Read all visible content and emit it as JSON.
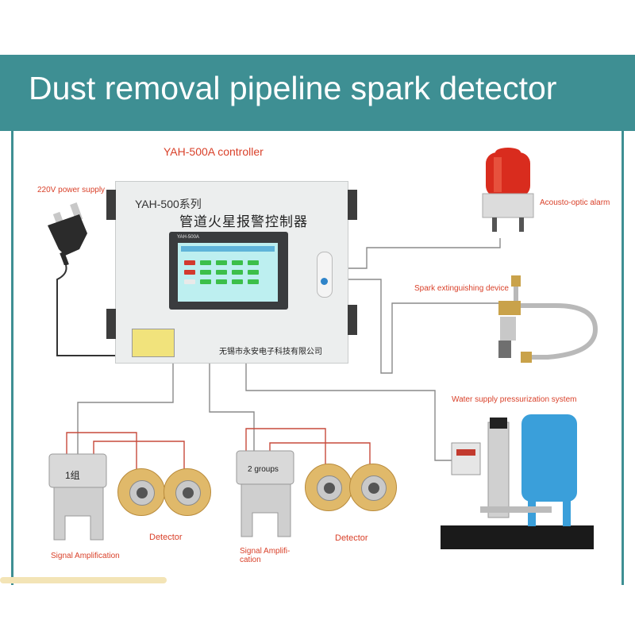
{
  "title": "Dust removal pipeline spark detector",
  "labels": {
    "controller": "YAH-500A controller",
    "power_supply": "220V power supply",
    "alarm": "Acousto-optic alarm",
    "spark_device": "Spark extinguishing device",
    "water_system": "Water supply pressurization system",
    "signal_amp_1": "Signal Amplification",
    "detector_1": "Detector",
    "signal_amp_2": "Signal Amplifi-cation",
    "detector_2": "Detector"
  },
  "controller": {
    "model_text": "YAH-500系列",
    "name_text": "管道火星报警控制器",
    "hmi_title": "YAH-500A",
    "company_text": "无锡市永安电子科技有限公司"
  },
  "amplifiers": [
    {
      "text": "1组"
    },
    {
      "text": "2 groups"
    }
  ],
  "colors": {
    "banner": "#3e8f93",
    "label_red": "#d9412a",
    "wire_red": "#c74a3c",
    "wire_gray": "#8a8a8a"
  }
}
